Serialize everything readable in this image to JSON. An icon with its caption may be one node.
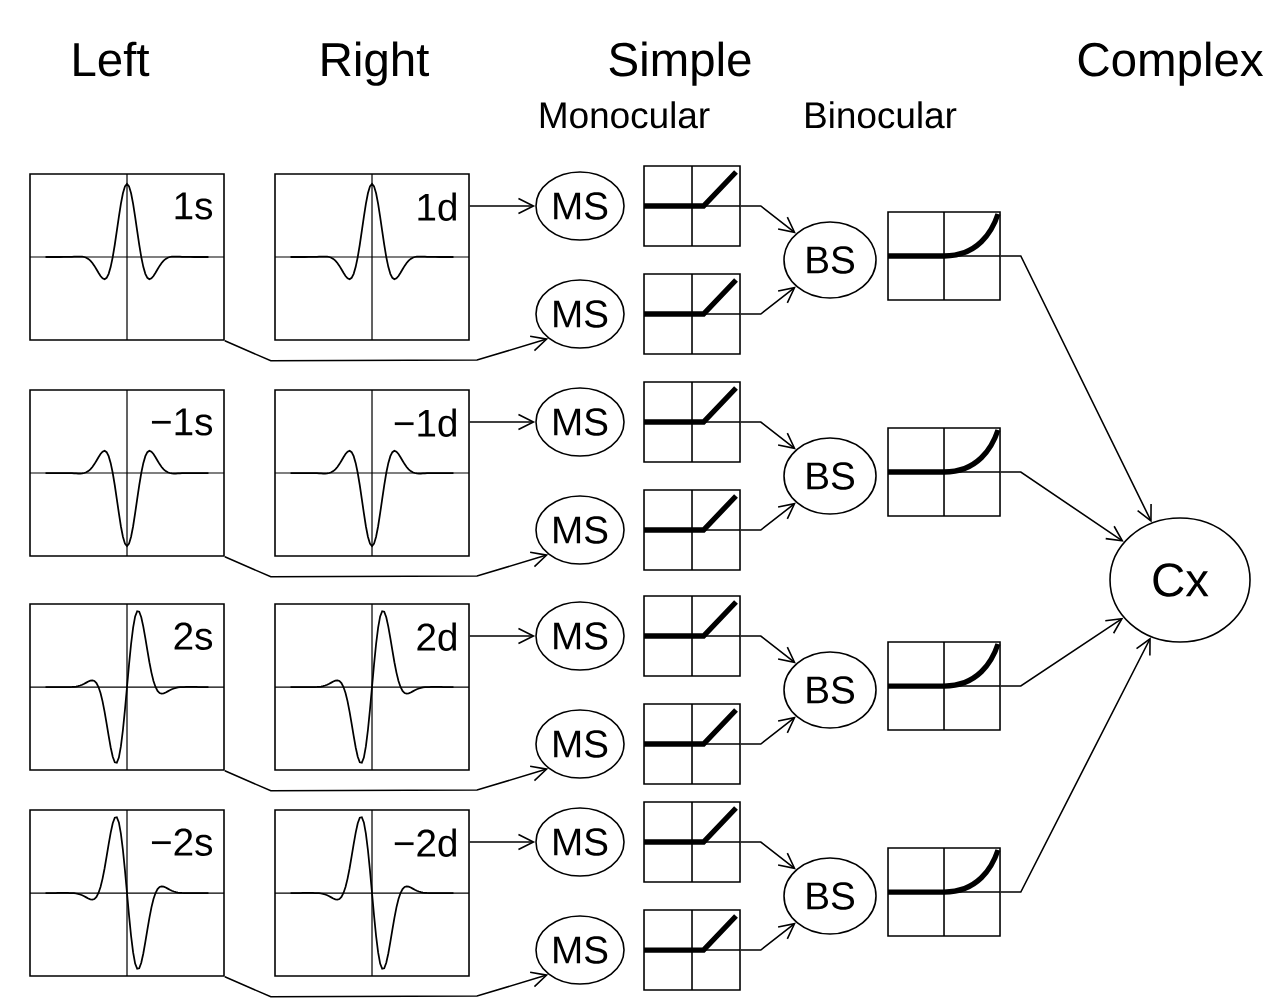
{
  "diagram": {
    "nodes": [
      {
        "text": [
          "1s"
        ]
      },
      {
        "text": [
          "1d"
        ]
      },
      {
        "text": [
          "MS"
        ]
      },
      {
        "text": [],
        "shape": "picture"
      },
      {
        "text": [
          "MS"
        ]
      },
      {
        "text": [],
        "shape": "picture"
      },
      {
        "text": [
          "BS"
        ]
      },
      {
        "text": [],
        "shape": "picture"
      },
      {
        "text": [
          "−1s"
        ]
      },
      {
        "text": [
          "−1d"
        ]
      },
      {
        "text": [
          "MS"
        ]
      },
      {
        "text": [],
        "shape": "picture"
      },
      {
        "text": [
          "MS"
        ]
      },
      {
        "text": [],
        "shape": "picture"
      },
      {
        "text": [
          "BS"
        ]
      },
      {
        "text": [],
        "shape": "picture"
      },
      {
        "text": [
          "2s"
        ]
      },
      {
        "text": [
          "2d"
        ]
      },
      {
        "text": [
          "MS"
        ]
      },
      {
        "text": [],
        "shape": "picture"
      },
      {
        "text": [
          "MS"
        ]
      },
      {
        "text": [],
        "shape": "picture"
      },
      {
        "text": [
          "BS"
        ]
      },
      {
        "text": [],
        "shape": "picture"
      },
      {
        "text": [
          "−2s"
        ]
      },
      {
        "text": [
          "−2d"
        ]
      },
      {
        "text": [
          "MS"
        ]
      },
      {
        "text": [],
        "shape": "picture"
      },
      {
        "text": [
          "MS"
        ]
      },
      {
        "text": [],
        "shape": "picture"
      },
      {
        "text": [
          "BS"
        ]
      },
      {
        "text": [],
        "shape": "picture"
      },
      {
        "text": [
          "Cx"
        ]
      }
    ],
    "edges": [
      {
        "from": 1,
        "to": 2,
        "arrow": "to"
      },
      {
        "from": 0,
        "to": 4,
        "arrow": "to"
      },
      {
        "from": 3,
        "to": 6,
        "arrow": "to"
      },
      {
        "from": 5,
        "to": 6,
        "arrow": "to"
      },
      {
        "from": 7,
        "to": 32,
        "arrow": "to"
      },
      {
        "from": 9,
        "to": 10,
        "arrow": "to"
      },
      {
        "from": 8,
        "to": 12,
        "arrow": "to"
      },
      {
        "from": 11,
        "to": 14,
        "arrow": "to"
      },
      {
        "from": 13,
        "to": 14,
        "arrow": "to"
      },
      {
        "from": 15,
        "to": 32,
        "arrow": "to"
      },
      {
        "from": 17,
        "to": 18,
        "arrow": "to"
      },
      {
        "from": 16,
        "to": 20,
        "arrow": "to"
      },
      {
        "from": 19,
        "to": 22,
        "arrow": "to"
      },
      {
        "from": 21,
        "to": 22,
        "arrow": "to"
      },
      {
        "from": 23,
        "to": 32,
        "arrow": "to"
      },
      {
        "from": 25,
        "to": 26,
        "arrow": "to"
      },
      {
        "from": 24,
        "to": 28,
        "arrow": "to"
      },
      {
        "from": 27,
        "to": 30,
        "arrow": "to"
      },
      {
        "from": 29,
        "to": 30,
        "arrow": "to"
      },
      {
        "from": 31,
        "to": 32,
        "arrow": "to"
      }
    ],
    "labels": [
      "Left",
      "Right",
      "Simple",
      "Complex",
      "Monocular",
      "Binocular"
    ]
  }
}
